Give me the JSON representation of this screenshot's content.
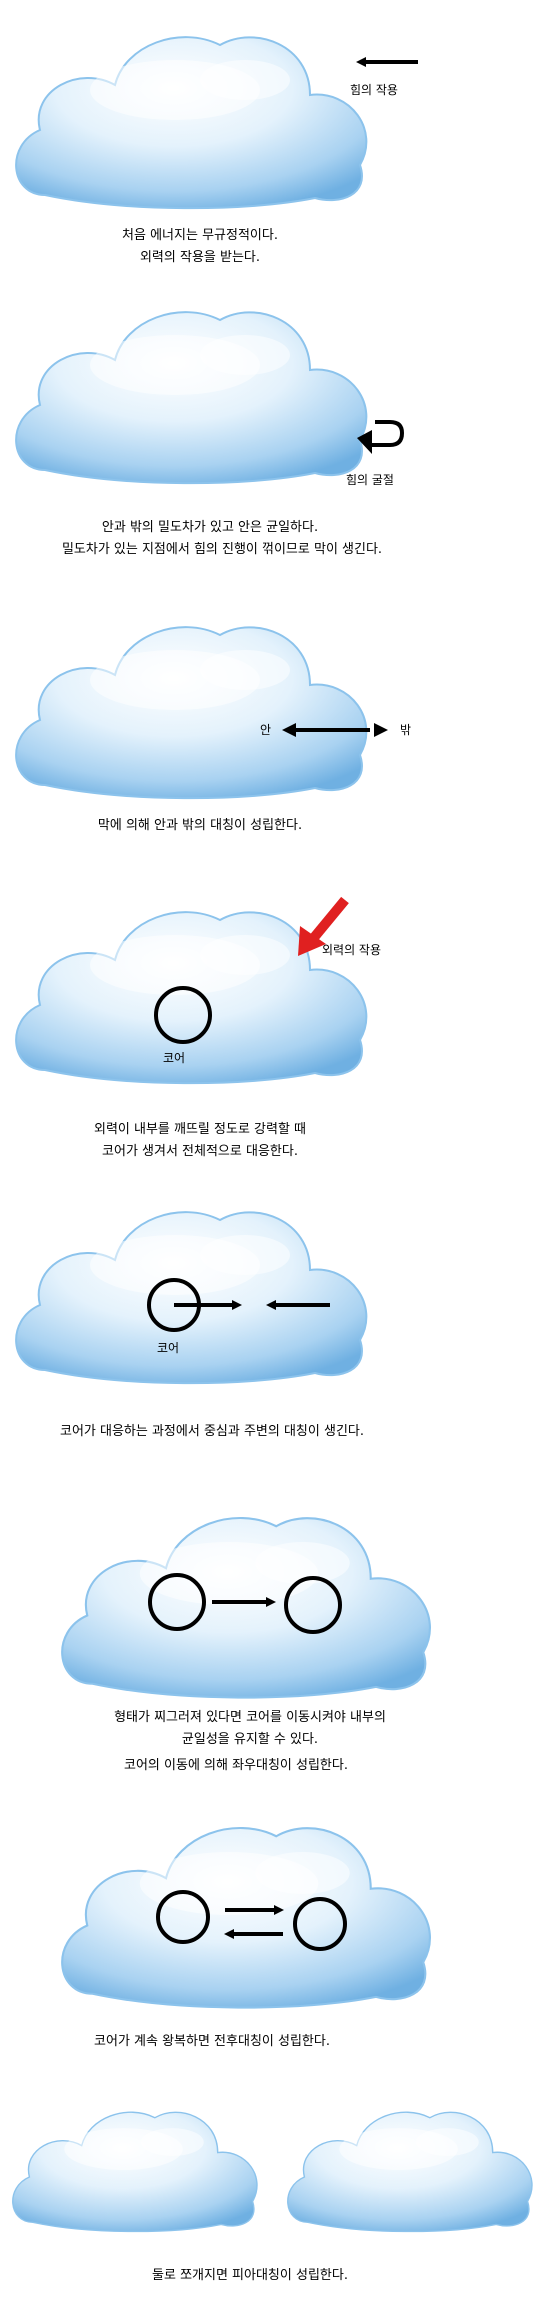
{
  "panels": [
    {
      "arrow_label": "힘의 작용",
      "caption_lines": [
        "처음 에너지는 무규정적이다.",
        "외력의 작용을 받는다."
      ]
    },
    {
      "arrow_label": "힘의 굴절",
      "caption_lines": [
        "안과 밖의 밀도차가 있고 안은 균일하다.",
        "밀도차가 있는 지점에서 힘의 진행이 꺾이므로 막이 생긴다."
      ]
    },
    {
      "left_label": "안",
      "right_label": "밖",
      "caption_lines": [
        "막에 의해 안과 밖의 대칭이 성립한다."
      ]
    },
    {
      "force_label": "외력의 작용",
      "core_label": "코어",
      "caption_lines": [
        "외력이 내부를 깨뜨릴 정도로 강력할 때",
        "코어가 생겨서 전체적으로 대응한다."
      ]
    },
    {
      "core_label": "코어",
      "caption_lines": [
        "코어가 대응하는 과정에서 중심과 주변의 대칭이 생긴다."
      ]
    },
    {
      "caption_lines": [
        "형태가 찌그러져 있다면 코어를 이동시켜야 내부의",
        "균일성을 유지할 수 있다.",
        "코어의 이동에 의해 좌우대칭이 성립한다."
      ]
    },
    {
      "caption_lines": [
        "코어가 계속 왕복하면 전후대칭이 성립한다."
      ]
    },
    {
      "caption_lines": [
        "둘로 쪼개지면 피아대칭이 성립한다."
      ]
    }
  ],
  "colors": {
    "cloud_light": "#ffffff",
    "cloud_mid": "#cfe8fa",
    "cloud_dark": "#7fb9e6",
    "cloud_edge": "#5b9fd6",
    "arrow": "#000000",
    "force_arrow": "#e02020"
  }
}
